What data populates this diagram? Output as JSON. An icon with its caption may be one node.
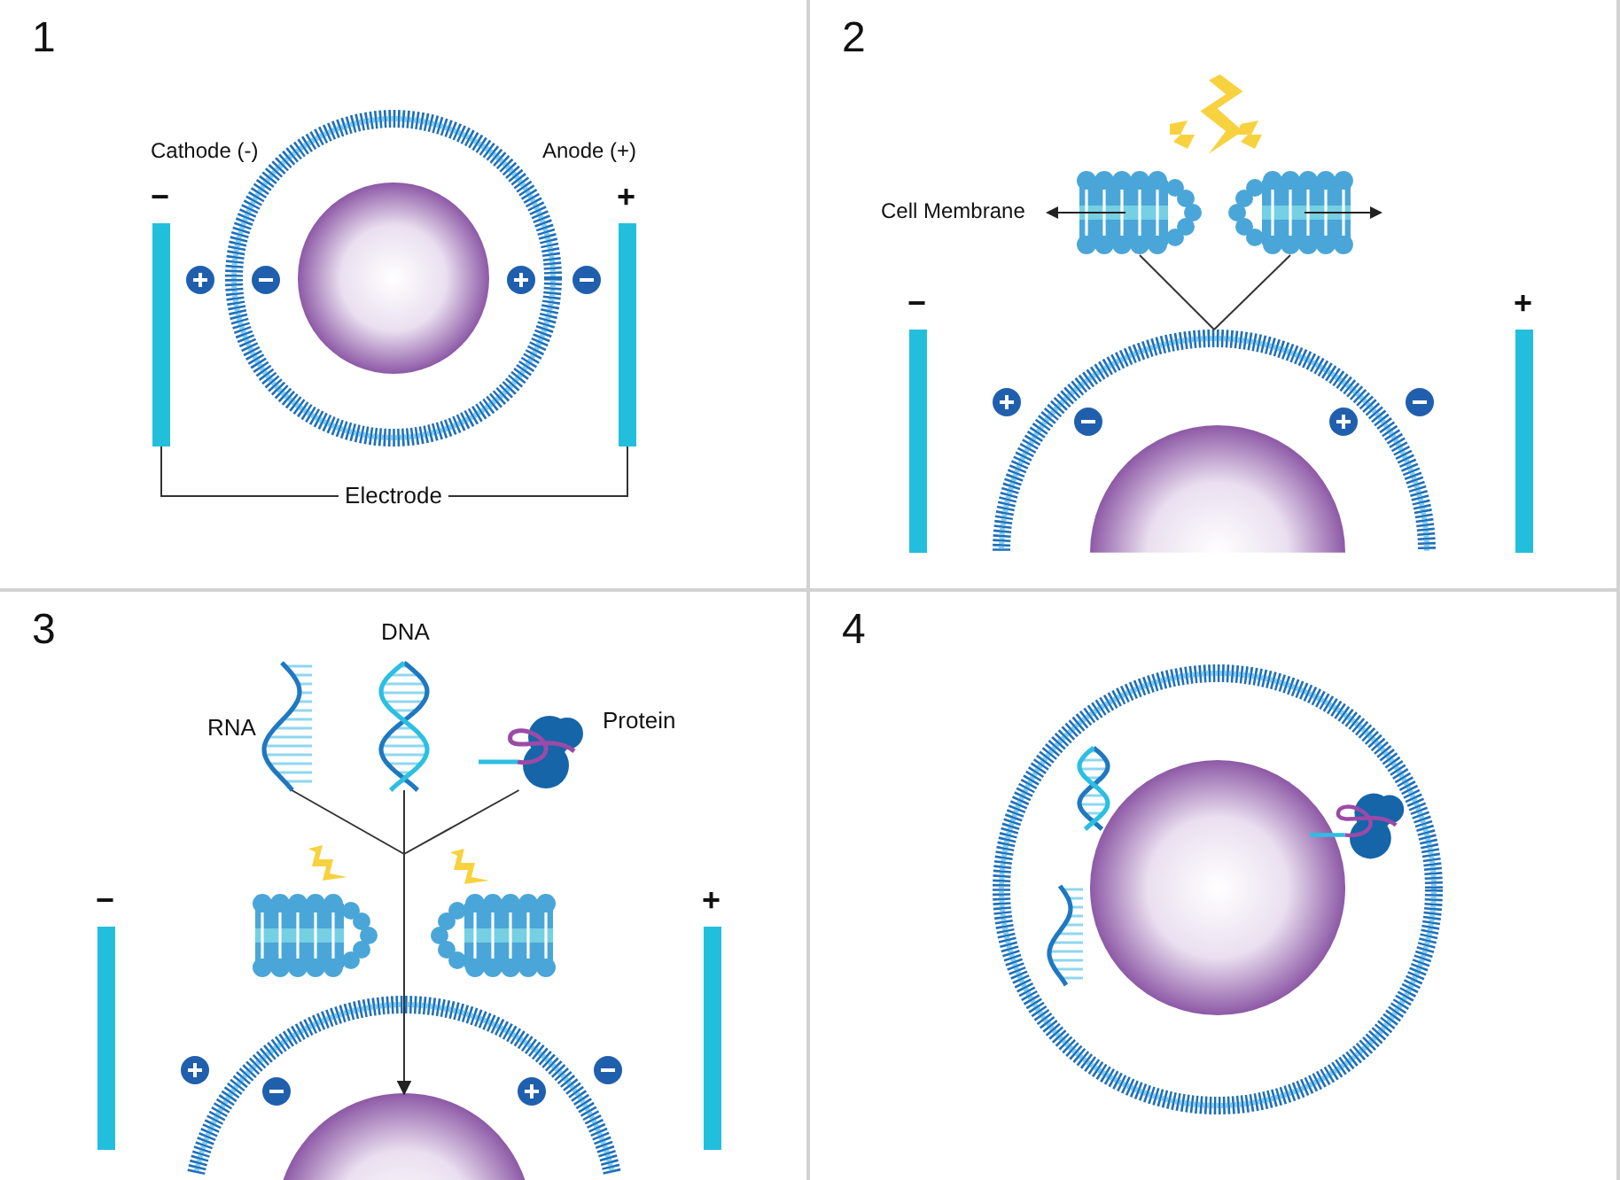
{
  "diagram": {
    "nodes": [
      {
        "text": [
          "1"
        ]
      },
      {
        "text": [],
        "shape": "bar",
        "in": 0,
        "beside": [
          "−"
        ]
      },
      {
        "text": [],
        "shape": "bar",
        "in": 0,
        "beside": [
          "+"
        ]
      },
      {
        "text": [
          "Electrode"
        ],
        "in": 0
      },
      {
        "text": [
          "2"
        ]
      },
      {
        "text": [],
        "shape": "bar",
        "in": 4,
        "beside": [
          "−"
        ]
      },
      {
        "text": [],
        "shape": "bar",
        "in": 4,
        "beside": [
          "+"
        ]
      },
      {
        "text": [],
        "shape": "picture",
        "in": 4
      },
      {
        "text": [],
        "shape": "picture",
        "in": 4
      },
      {
        "text": [],
        "shape": "circle",
        "in": 4
      },
      {
        "text": [
          "3"
        ]
      },
      {
        "text": [],
        "shape": "bar",
        "in": 10,
        "beside": [
          "−"
        ]
      },
      {
        "text": [],
        "shape": "bar",
        "in": 10,
        "beside": [
          "+"
        ]
      },
      {
        "text": [
          "RNA"
        ],
        "in": 10
      },
      {
        "text": [
          "DNA"
        ],
        "in": 10
      },
      {
        "text": [
          "Protein"
        ],
        "in": 10
      },
      {
        "text": [],
        "shape": "circle",
        "in": 10
      },
      {
        "text": [
          "4"
        ]
      }
    ],
    "edges": [
      {
        "from": 3,
        "to": 1,
        "arrow": "none"
      },
      {
        "from": 3,
        "to": 2,
        "arrow": "none"
      },
      {
        "from": 7,
        "to": 9,
        "arrow": "none"
      },
      {
        "from": 8,
        "to": 9,
        "arrow": "none"
      },
      {
        "from": 13,
        "to": 16,
        "arrow": "to"
      },
      {
        "from": 14,
        "to": 16,
        "arrow": "to"
      },
      {
        "from": 15,
        "to": 16,
        "arrow": "to"
      }
    ],
    "labels": [
      "Cathode (-)",
      "Anode (+)",
      "Cell Membrane"
    ]
  }
}
